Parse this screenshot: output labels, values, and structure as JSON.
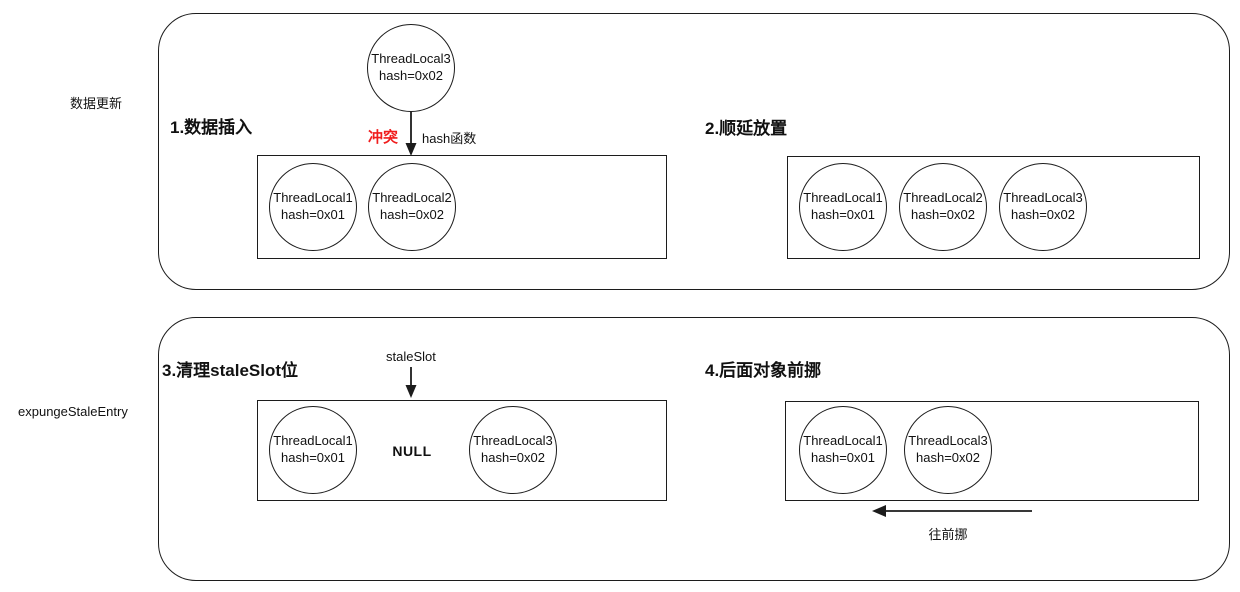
{
  "colors": {
    "stroke": "#1c1c1c",
    "text": "#111111",
    "collision_red": "#f01d1d",
    "background": "#ffffff"
  },
  "row1": {
    "side_label": "数据更新",
    "step1": {
      "title": "1.数据插入",
      "incoming_node": {
        "line1": "ThreadLocal3",
        "line2": "hash=0x02"
      },
      "collision_label": "冲突",
      "hash_label": "hash函数",
      "slots": [
        {
          "line1": "ThreadLocal1",
          "line2": "hash=0x01"
        },
        {
          "line1": "ThreadLocal2",
          "line2": "hash=0x02"
        }
      ]
    },
    "step2": {
      "title": "2.顺延放置",
      "slots": [
        {
          "line1": "ThreadLocal1",
          "line2": "hash=0x01"
        },
        {
          "line1": "ThreadLocal2",
          "line2": "hash=0x02"
        },
        {
          "line1": "ThreadLocal3",
          "line2": "hash=0x02"
        }
      ]
    }
  },
  "row2": {
    "side_label": "expungeStaleEntry",
    "step3": {
      "title": "3.清理staleSlot位",
      "stale_slot_label": "staleSlot",
      "null_label": "NULL",
      "slots": [
        {
          "line1": "ThreadLocal1",
          "line2": "hash=0x01"
        },
        {
          "line1": "ThreadLocal3",
          "line2": "hash=0x02"
        }
      ]
    },
    "step4": {
      "title": "4.后面对象前挪",
      "move_label": "往前挪",
      "slots": [
        {
          "line1": "ThreadLocal1",
          "line2": "hash=0x01"
        },
        {
          "line1": "ThreadLocal3",
          "line2": "hash=0x02"
        }
      ]
    }
  }
}
